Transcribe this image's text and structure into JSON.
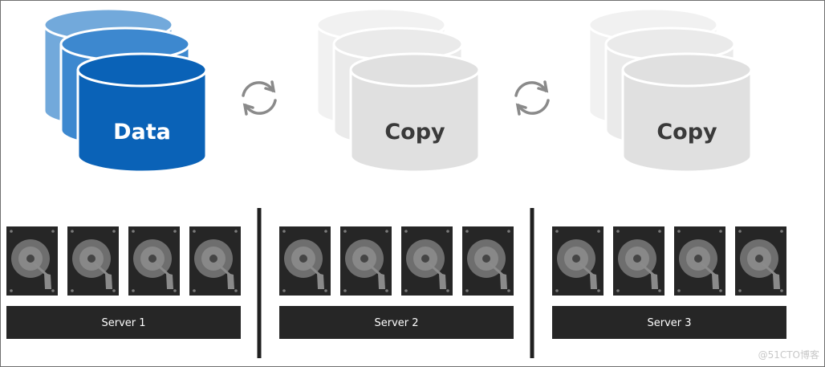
{
  "colors": {
    "data_front": "#0a62b7",
    "data_middle": "#3d88cf",
    "data_back": "#72a9db",
    "copy_front": "#e0e0e0",
    "copy_middle": "#eaeaea",
    "copy_back": "#f1f1f1",
    "rim": "#ffffff",
    "disk_bay": "#262626",
    "server_bar": "#262626",
    "server_text": "#ffffff",
    "divider": "#202020",
    "sync_arrow": "#8a8a8a"
  },
  "clusters": [
    {
      "label": "Data",
      "variant": "data",
      "label_color": "#ffffff"
    },
    {
      "label": "Copy",
      "variant": "copy",
      "label_color": "#3a3a3a"
    },
    {
      "label": "Copy",
      "variant": "copy",
      "label_color": "#3a3a3a"
    }
  ],
  "sync_icons": [
    {
      "icon": "sync-icon"
    },
    {
      "icon": "sync-icon"
    }
  ],
  "servers": [
    {
      "label": "Server 1",
      "disk_count": 4
    },
    {
      "label": "Server 2",
      "disk_count": 4
    },
    {
      "label": "Server 3",
      "disk_count": 4
    }
  ],
  "watermark": "@51CTO博客"
}
